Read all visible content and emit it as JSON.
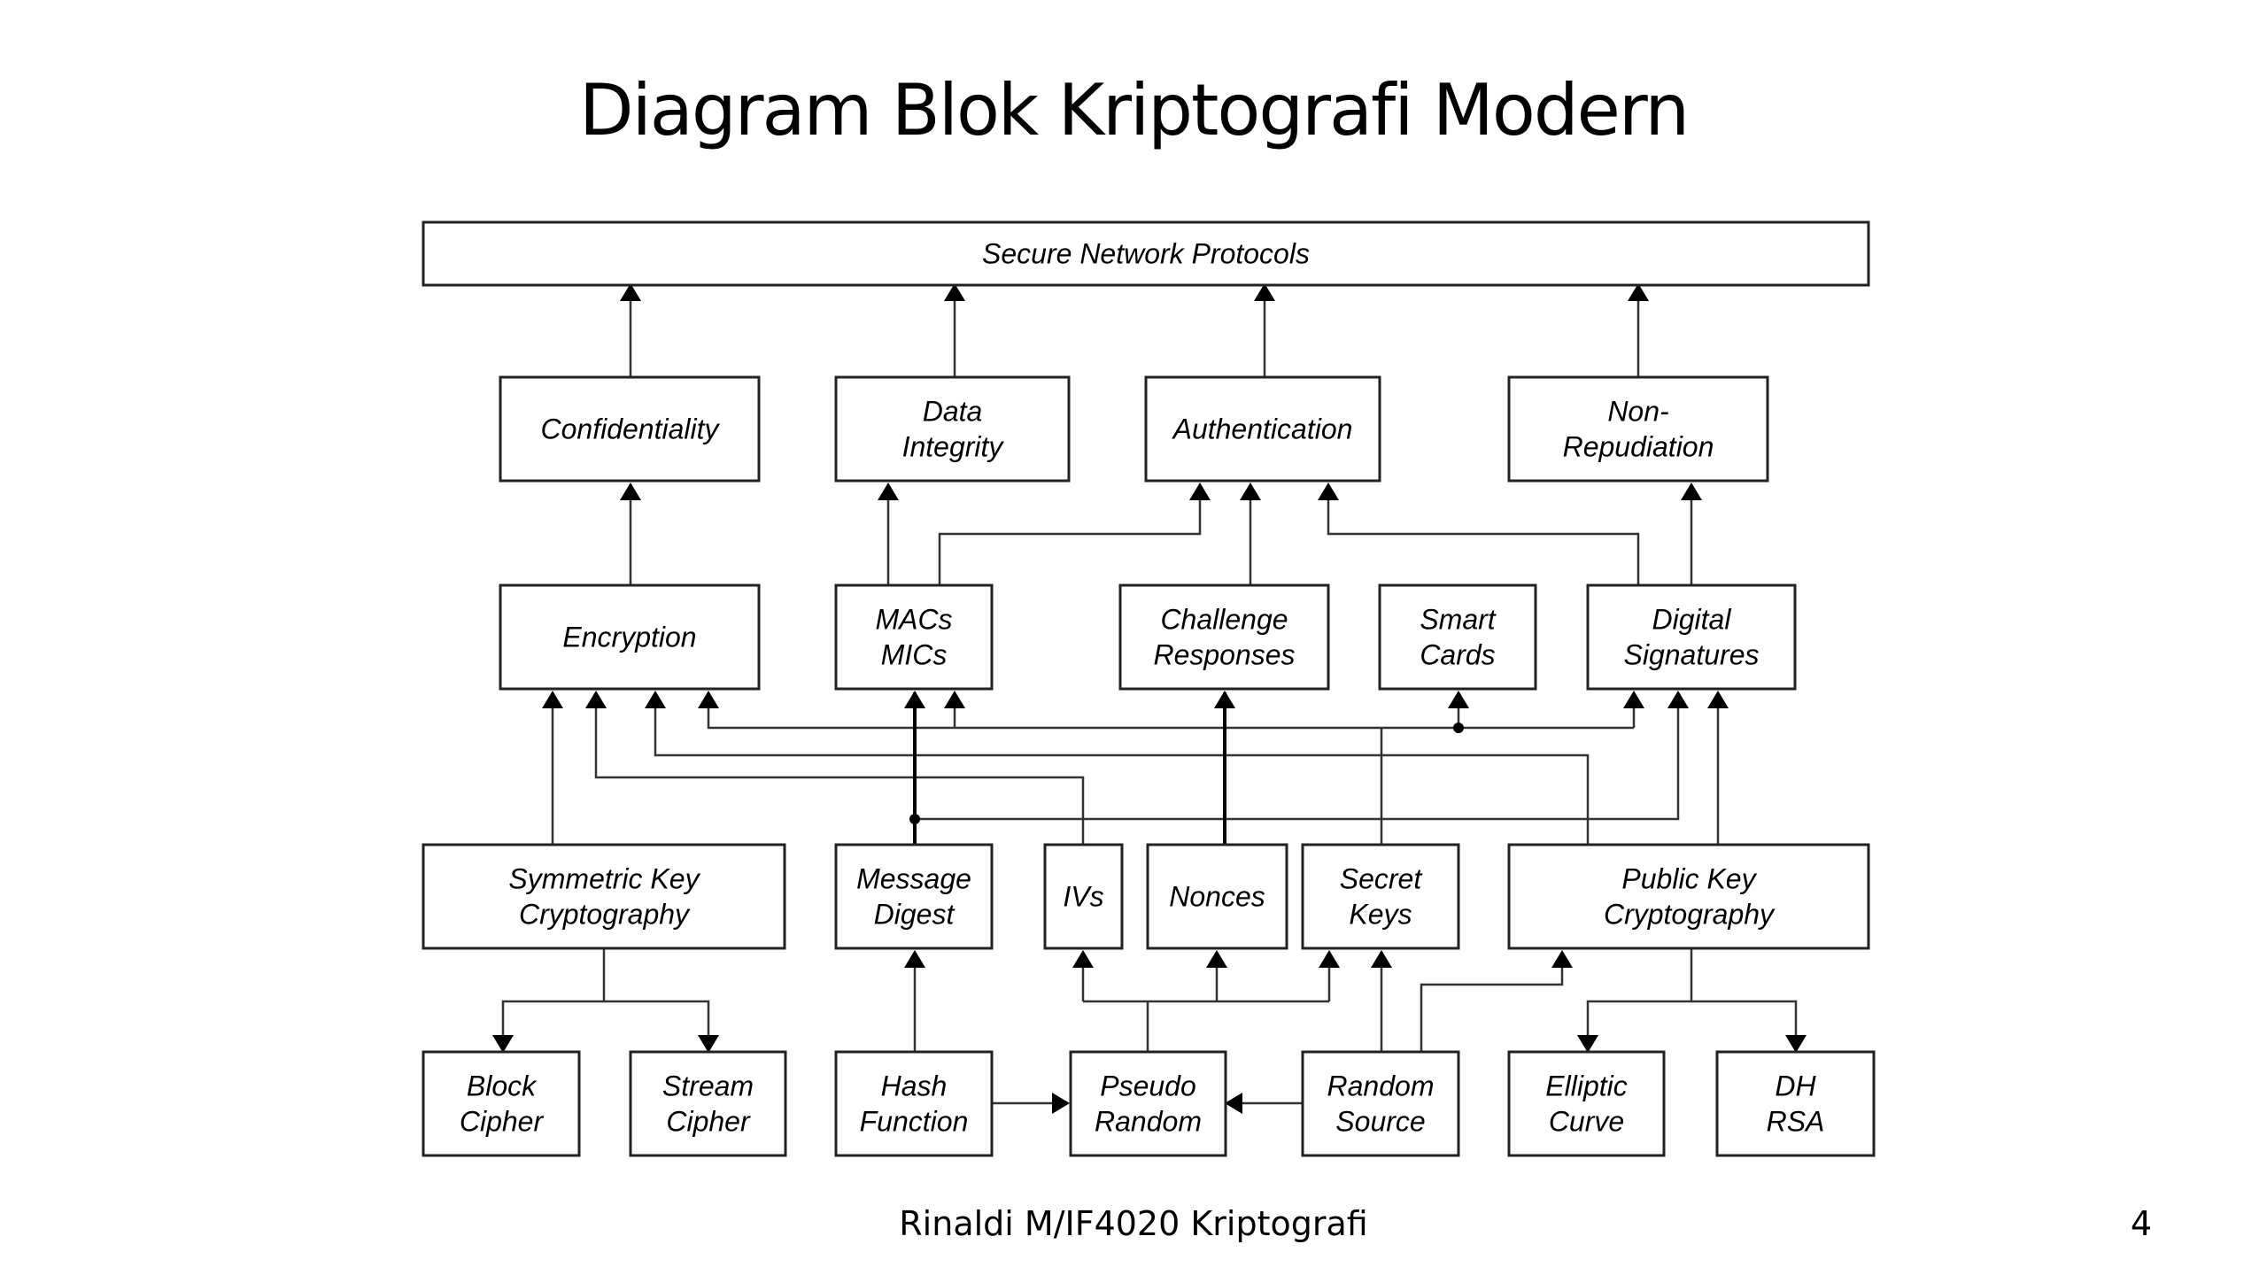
{
  "slide": {
    "title": "Diagram Blok Kriptografi Modern",
    "footer": "Rinaldi M/IF4020 Kriptografi",
    "page_number": "4"
  },
  "diagram": {
    "nodes": {
      "secure_network_protocols": "Secure Network Protocols",
      "confidentiality": "Confidentiality",
      "data_integrity": [
        "Data",
        "Integrity"
      ],
      "authentication": "Authentication",
      "non_repudiation": [
        "Non-",
        "Repudiation"
      ],
      "encryption": "Encryption",
      "macs_mics": [
        "MACs",
        "MICs"
      ],
      "challenge_responses": [
        "Challenge",
        "Responses"
      ],
      "smart_cards": [
        "Smart",
        "Cards"
      ],
      "digital_signatures": [
        "Digital",
        "Signatures"
      ],
      "symmetric_key_cryptography": [
        "Symmetric Key",
        "Cryptography"
      ],
      "message_digest": [
        "Message",
        "Digest"
      ],
      "ivs": "IVs",
      "nonces": "Nonces",
      "secret_keys": [
        "Secret",
        "Keys"
      ],
      "public_key_cryptography": [
        "Public Key",
        "Cryptography"
      ],
      "block_cipher": [
        "Block",
        "Cipher"
      ],
      "stream_cipher": [
        "Stream",
        "Cipher"
      ],
      "hash_function": [
        "Hash",
        "Function"
      ],
      "pseudo_random": [
        "Pseudo",
        "Random"
      ],
      "random_source": [
        "Random",
        "Source"
      ],
      "elliptic_curve": [
        "Elliptic",
        "Curve"
      ],
      "dh_rsa": [
        "DH",
        "RSA"
      ]
    },
    "edges": [
      [
        "confidentiality",
        "secure_network_protocols"
      ],
      [
        "data_integrity",
        "secure_network_protocols"
      ],
      [
        "authentication",
        "secure_network_protocols"
      ],
      [
        "non_repudiation",
        "secure_network_protocols"
      ],
      [
        "encryption",
        "confidentiality"
      ],
      [
        "macs_mics",
        "data_integrity"
      ],
      [
        "macs_mics",
        "authentication"
      ],
      [
        "challenge_responses",
        "authentication"
      ],
      [
        "digital_signatures",
        "authentication"
      ],
      [
        "digital_signatures",
        "non_repudiation"
      ],
      [
        "symmetric_key_cryptography",
        "encryption"
      ],
      [
        "ivs",
        "encryption"
      ],
      [
        "public_key_cryptography",
        "encryption"
      ],
      [
        "secret_keys",
        "encryption"
      ],
      [
        "secret_keys",
        "macs_mics"
      ],
      [
        "secret_keys",
        "smart_cards"
      ],
      [
        "secret_keys",
        "digital_signatures"
      ],
      [
        "message_digest",
        "macs_mics"
      ],
      [
        "message_digest",
        "digital_signatures"
      ],
      [
        "nonces",
        "challenge_responses"
      ],
      [
        "public_key_cryptography",
        "digital_signatures"
      ],
      [
        "symmetric_key_cryptography",
        "block_cipher"
      ],
      [
        "symmetric_key_cryptography",
        "stream_cipher"
      ],
      [
        "hash_function",
        "message_digest"
      ],
      [
        "hash_function",
        "pseudo_random"
      ],
      [
        "random_source",
        "pseudo_random"
      ],
      [
        "pseudo_random",
        "ivs"
      ],
      [
        "pseudo_random",
        "nonces"
      ],
      [
        "pseudo_random",
        "secret_keys"
      ],
      [
        "random_source",
        "secret_keys"
      ],
      [
        "random_source",
        "public_key_cryptography"
      ],
      [
        "public_key_cryptography",
        "elliptic_curve"
      ],
      [
        "public_key_cryptography",
        "dh_rsa"
      ]
    ]
  }
}
